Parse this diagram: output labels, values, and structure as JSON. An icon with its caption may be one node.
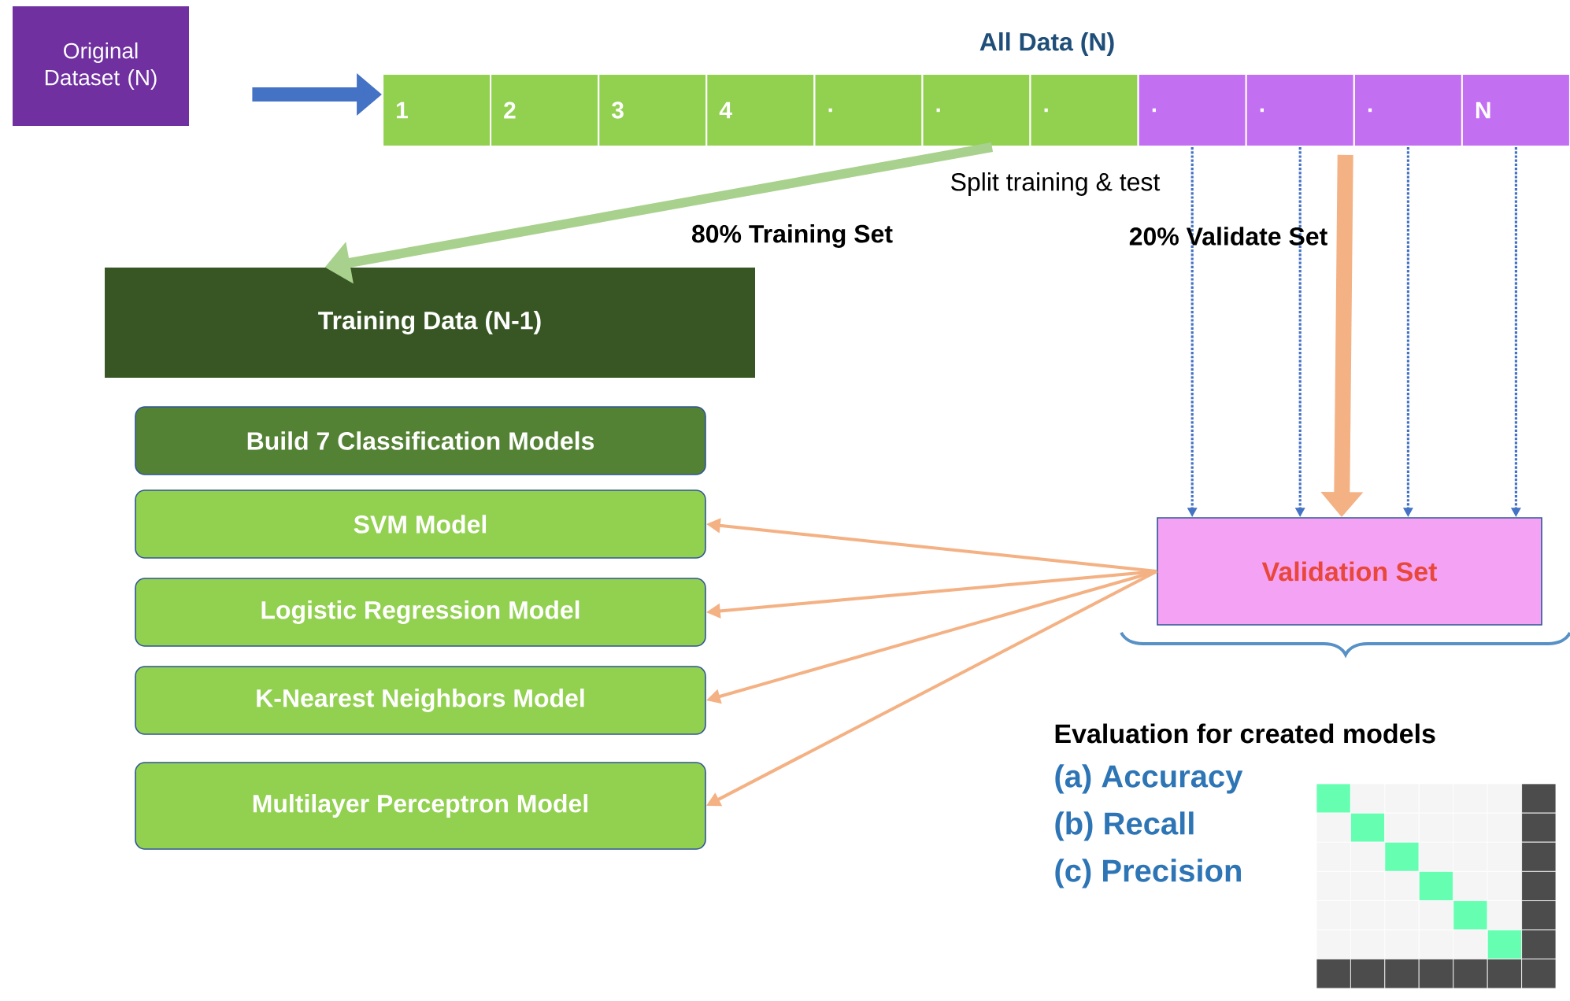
{
  "diagram": {
    "nodes": [
      {
        "text": [
          "Original Dataset (N)"
        ]
      },
      {
        "text": [
          "1"
        ]
      },
      {
        "text": [
          "2"
        ]
      },
      {
        "text": [
          "3"
        ]
      },
      {
        "text": [
          "4"
        ]
      },
      {
        "text": [
          "."
        ]
      },
      {
        "text": [
          "."
        ]
      },
      {
        "text": [
          "."
        ]
      },
      {
        "text": [
          "."
        ]
      },
      {
        "text": [
          "."
        ]
      },
      {
        "text": [
          "."
        ]
      },
      {
        "text": [
          "N"
        ]
      },
      {
        "text": [
          "Training Data (N-1)"
        ]
      },
      {
        "text": [
          "Build 7 Classification Models"
        ]
      },
      {
        "text": [
          "SVM Model"
        ]
      },
      {
        "text": [
          "Logistic Regression Model"
        ]
      },
      {
        "text": [
          "K-Nearest Neighbors  Model"
        ]
      },
      {
        "text": [
          "Multilayer Perceptron  Model"
        ]
      },
      {
        "text": [
          "Validation Set"
        ]
      },
      {
        "text": [],
        "shape": "picture"
      }
    ],
    "edges": [
      {
        "from": 0,
        "to": 1,
        "arrow": "to",
        "style": "thick",
        "color": "#4472c4"
      },
      {
        "from": 6,
        "to": 12,
        "arrow": "to",
        "style": "thick",
        "color": "#a9d18e"
      },
      {
        "from": 8,
        "to": 18,
        "arrow": "to",
        "style": "dashed",
        "color": "#4472c4"
      },
      {
        "from": 9,
        "to": 18,
        "arrow": "to",
        "style": "dashed",
        "color": "#4472c4"
      },
      {
        "from": 10,
        "to": 18,
        "arrow": "to",
        "style": "dashed",
        "color": "#4472c4"
      },
      {
        "from": 11,
        "to": 18,
        "arrow": "to",
        "style": "dashed",
        "color": "#4472c4"
      },
      {
        "from": 9,
        "to": 18,
        "arrow": "to",
        "style": "thick",
        "color": "#f4b183"
      },
      {
        "from": 18,
        "to": 14,
        "arrow": "to",
        "color": "#f4b183"
      },
      {
        "from": 18,
        "to": 15,
        "arrow": "to",
        "color": "#f4b183"
      },
      {
        "from": 18,
        "to": 16,
        "arrow": "to",
        "color": "#f4b183"
      },
      {
        "from": 18,
        "to": 17,
        "arrow": "to",
        "color": "#f4b183"
      }
    ],
    "labels": [
      "All Data  (N)",
      "Split training & test",
      "80% Training Set",
      "20%  Validate Set",
      "Evaluation for created models",
      "(a) Accuracy",
      "(b) Recall",
      "(c) Precision"
    ]
  }
}
